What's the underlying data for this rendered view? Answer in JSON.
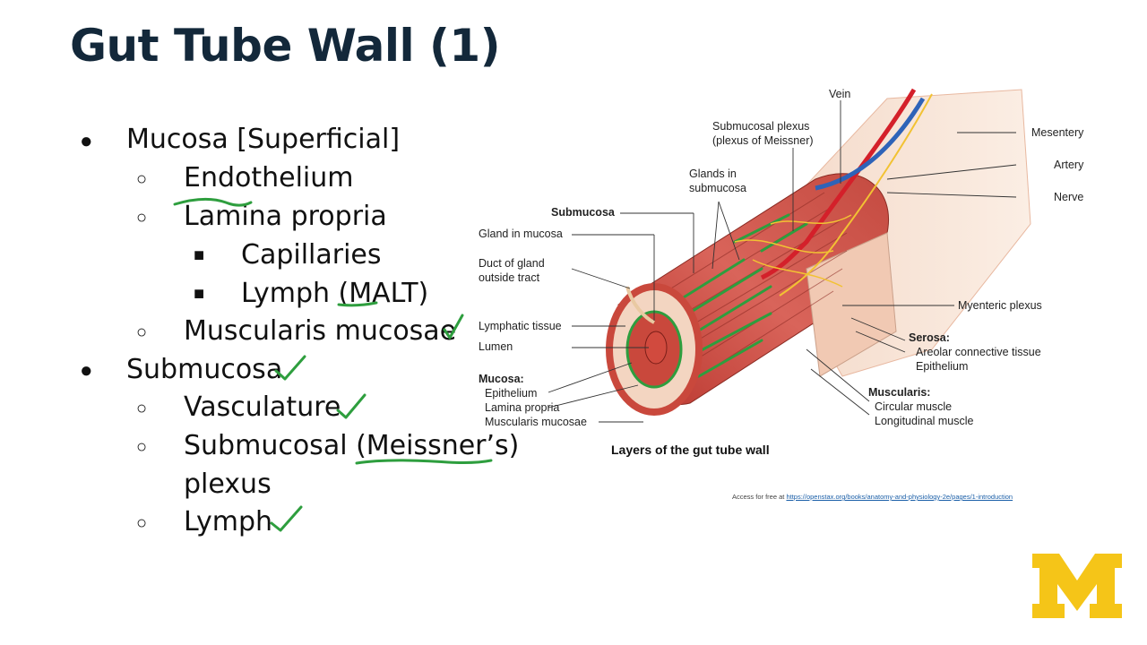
{
  "slide": {
    "title": "Gut Tube Wall (1)",
    "bullets": [
      {
        "level": 1,
        "marker": "●",
        "text": "Mucosa [Superficial]"
      },
      {
        "level": 2,
        "marker": "○",
        "text": "Endothelium"
      },
      {
        "level": 2,
        "marker": "○",
        "text": "Lamina propria"
      },
      {
        "level": 3,
        "marker": "■",
        "text": "Capillaries"
      },
      {
        "level": 3,
        "marker": "■",
        "text": "Lymph (MALT)"
      },
      {
        "level": 2,
        "marker": "○",
        "text": "Muscularis mucosae"
      },
      {
        "level": 1,
        "marker": "●",
        "text": "Submucosa"
      },
      {
        "level": 2,
        "marker": "○",
        "text": "Vasculature"
      },
      {
        "level": 2,
        "marker": "○",
        "text": "Submucosal (Meissner’s)"
      },
      {
        "level": 2,
        "marker": "",
        "text": "plexus"
      },
      {
        "level": 2,
        "marker": "○",
        "text": "Lymph"
      }
    ]
  },
  "figure": {
    "caption": "Layers of the gut tube wall",
    "labels": {
      "vein": "Vein",
      "submucosal_plexus_1": "Submucosal plexus",
      "submucosal_plexus_2": "(plexus of Meissner)",
      "mesentery": "Mesentery",
      "artery": "Artery",
      "nerve": "Nerve",
      "glands_1": "Glands in",
      "glands_2": "submucosa",
      "submucosa": "Submucosa",
      "gland_in_mucosa": "Gland in mucosa",
      "duct_1": "Duct of gland",
      "duct_2": "outside tract",
      "lymphatic_tissue": "Lymphatic tissue",
      "lumen": "Lumen",
      "myenteric_plexus": "Myenteric plexus",
      "serosa": "Serosa:",
      "areolar": "Areolar connective tissue",
      "epithelium_serosa": "Epithelium",
      "mucosa": "Mucosa:",
      "epithelium_mucosa": "Epithelium",
      "lamina_propria": "Lamina propria",
      "muscularis_mucosae": "Muscularis mucosae",
      "muscularis": "Muscularis:",
      "circular_muscle": "Circular muscle",
      "longitudinal_muscle": "Longitudinal muscle"
    }
  },
  "credit": {
    "prefix": "Access for free at ",
    "link": "https://openstax.org/books/anatomy-and-physiology-2e/pages/1-introduction"
  },
  "logo": {
    "letter": "M",
    "color": "#f5c518"
  },
  "colors": {
    "title": "#13283a",
    "annotation_green": "#2e9e3e",
    "muscle_red": "#c9483c",
    "artery_red": "#d4202a",
    "vein_blue": "#2e63b8",
    "nerve_yellow": "#f2c233"
  }
}
